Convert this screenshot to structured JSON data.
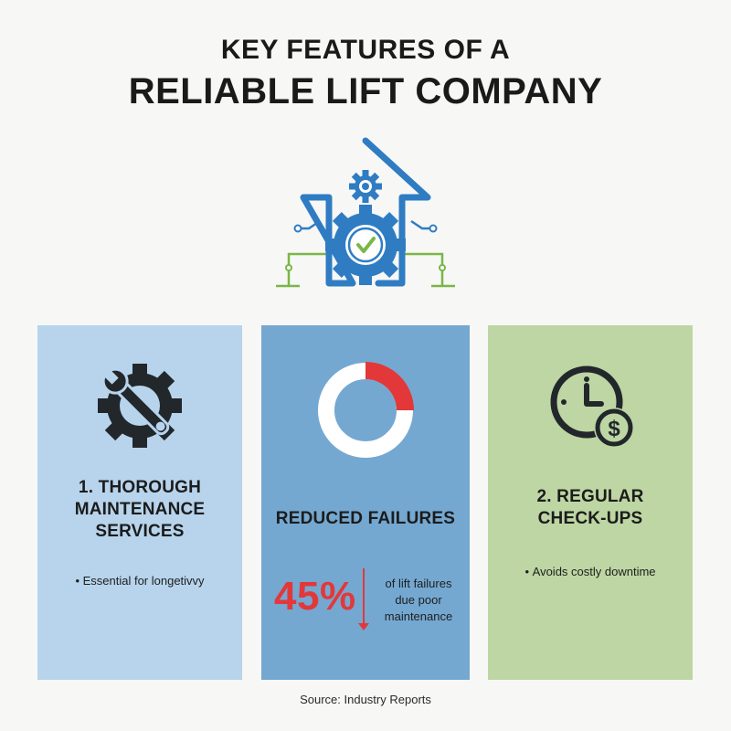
{
  "title": {
    "line1": "KEY FEATURES OF A",
    "line2": "RELIABLE LIFT COMPANY"
  },
  "hero": {
    "icon": "upward-arrow-gear-check-icon",
    "colors": {
      "blue": "#2f7cc3",
      "green": "#7ab648"
    }
  },
  "cards": [
    {
      "heading_lines": [
        "1. THOROUGH",
        "MAINTENANCE",
        "SERVICES"
      ],
      "bullet": "Essential for longetivvy",
      "icon": "gear-wrench-icon",
      "color": "#b7d4ec"
    },
    {
      "heading": "REDUCED FAILURES",
      "icon": "donut-chart-icon",
      "stat": {
        "value": "45%",
        "text_lines": [
          "of lift failures",
          "due poor",
          "maintenance"
        ]
      },
      "donut": {
        "highlight_fraction": 0.25,
        "highlight_color": "#e2383a"
      },
      "color": "#74a8d1"
    },
    {
      "heading_lines": [
        "2. REGULAR",
        "CHECK-UPS"
      ],
      "bullet": "Avoids costly downtime",
      "icon": "clock-dollar-icon",
      "color": "#bdd6a3"
    }
  ],
  "source": "Source: Industry Reports"
}
